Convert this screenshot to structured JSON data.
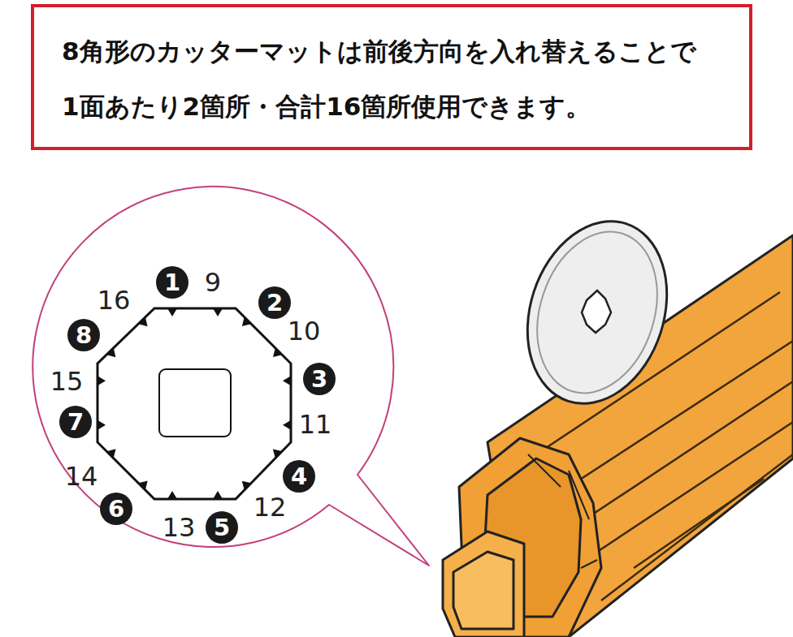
{
  "diagram": {
    "nodes": [
      {
        "text": [
          "8角形のカッターマットは前後方向を入れ替えることで 1面あたり2箇所・合計16箇所使用できます。"
        ]
      },
      {
        "text": [
          "1"
        ]
      },
      {
        "text": [
          "2"
        ]
      },
      {
        "text": [
          "3"
        ]
      },
      {
        "text": [
          "4"
        ]
      },
      {
        "text": [
          "5"
        ]
      },
      {
        "text": [
          "6"
        ]
      },
      {
        "text": [
          "7"
        ]
      },
      {
        "text": [
          "8"
        ]
      }
    ],
    "labels": [
      "9",
      "10",
      "11",
      "12",
      "13",
      "14",
      "15",
      "16"
    ]
  }
}
